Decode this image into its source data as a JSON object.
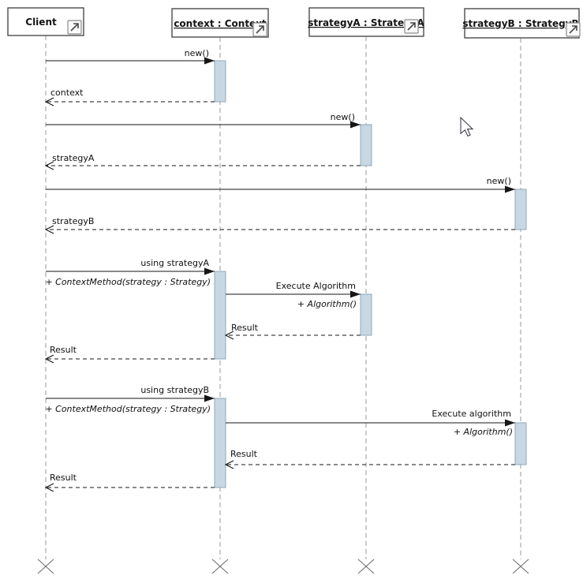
{
  "lifelines": [
    {
      "name": "Client",
      "label": "Client",
      "underlined": false,
      "destroyed": true
    },
    {
      "name": "context",
      "label": "context : Context",
      "underlined": true,
      "destroyed": true
    },
    {
      "name": "strategyA",
      "label": "strategyA : StrategyA",
      "underlined": true,
      "destroyed": true
    },
    {
      "name": "strategyB",
      "label": "strategyB : StrategyB",
      "underlined": true,
      "destroyed": true
    }
  ],
  "messages": [
    {
      "label": "new()",
      "from": "Client",
      "to": "context",
      "kind": "call"
    },
    {
      "label": "context",
      "from": "context",
      "to": "Client",
      "kind": "return"
    },
    {
      "label": "new()",
      "from": "Client",
      "to": "strategyA",
      "kind": "call"
    },
    {
      "label": "strategyA",
      "from": "strategyA",
      "to": "Client",
      "kind": "return"
    },
    {
      "label": "new()",
      "from": "Client",
      "to": "strategyB",
      "kind": "call"
    },
    {
      "label": "strategyB",
      "from": "strategyB",
      "to": "Client",
      "kind": "return"
    },
    {
      "label": "using strategyA",
      "sublabel": "+ ContextMethod(strategy : Strategy)",
      "from": "Client",
      "to": "context",
      "kind": "call"
    },
    {
      "label": "Execute Algorithm",
      "sublabel": "+ Algorithm()",
      "from": "context",
      "to": "strategyA",
      "kind": "call"
    },
    {
      "label": "Result",
      "from": "strategyA",
      "to": "context",
      "kind": "return"
    },
    {
      "label": "Result",
      "from": "context",
      "to": "Client",
      "kind": "return"
    },
    {
      "label": "using strategyB",
      "sublabel": "+ ContextMethod(strategy : Strategy)",
      "from": "Client",
      "to": "context",
      "kind": "call"
    },
    {
      "label": "Execute algorithm",
      "sublabel": "+ Algorithm()",
      "from": "context",
      "to": "strategyB",
      "kind": "call"
    },
    {
      "label": "Result",
      "from": "strategyB",
      "to": "context",
      "kind": "return"
    },
    {
      "label": "Result",
      "from": "context",
      "to": "Client",
      "kind": "return"
    }
  ],
  "icons": {
    "header_corner": "north-east-arrow-icon",
    "destroy": "x-destroy-marker",
    "pointer": "mouse-cursor"
  },
  "colors": {
    "activation_fill": "#c8d8e3",
    "activation_stroke": "#8fa8ba",
    "box_border": "#4b4b4b",
    "lifeline": "#ababab",
    "message": "#161616",
    "background": "#ffffff"
  }
}
